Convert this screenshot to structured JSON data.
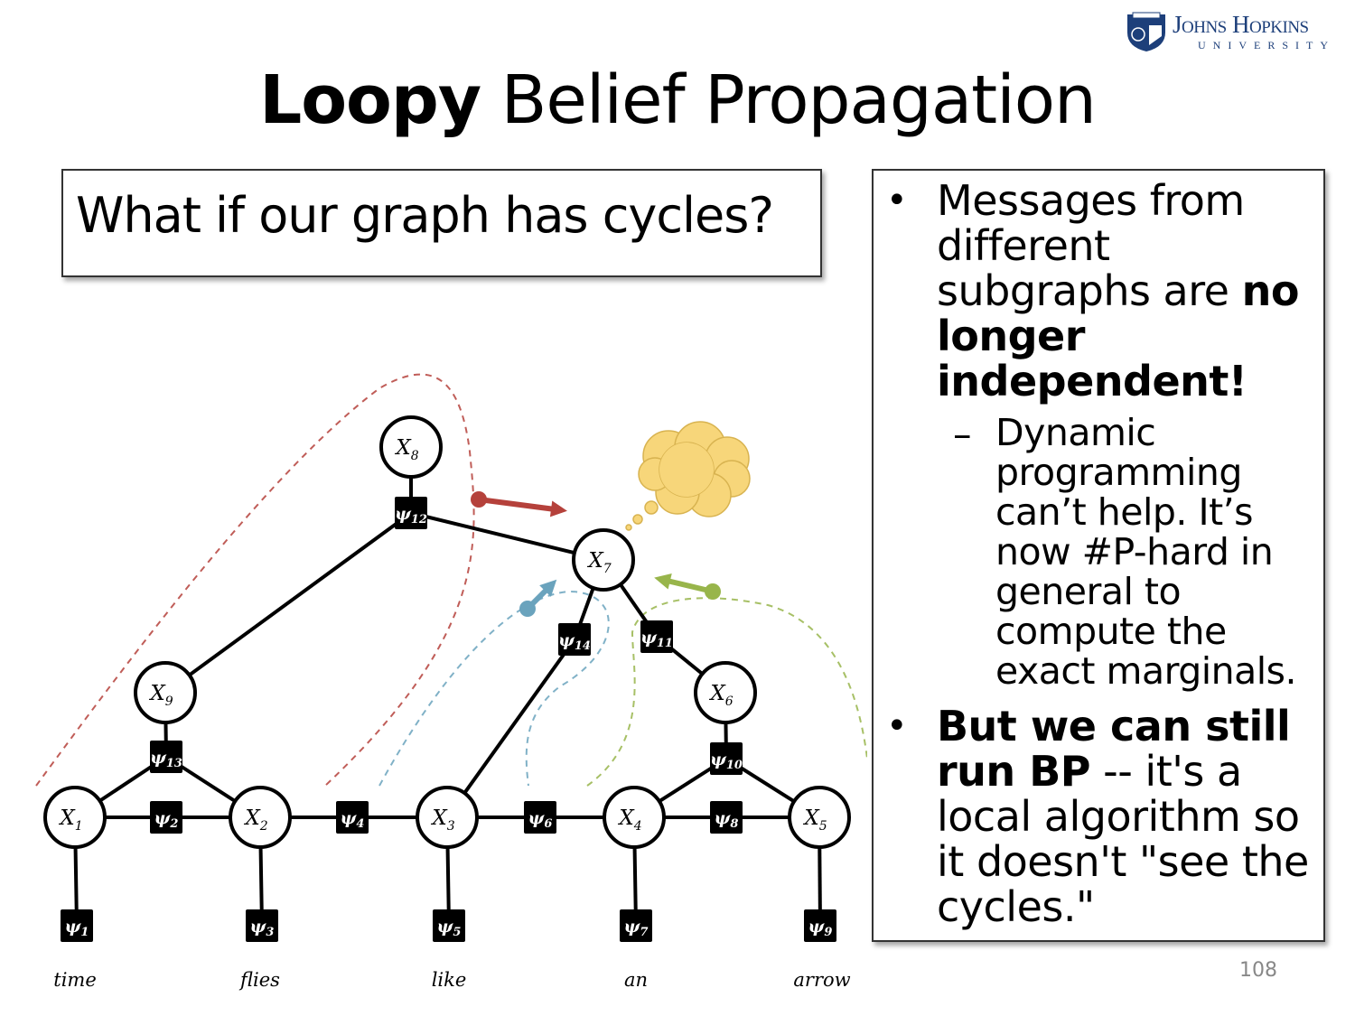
{
  "logo": {
    "name": "Johns Hopkins",
    "sub": "UNIVERSITY"
  },
  "title": {
    "bold": "Loopy",
    "rest": " Belief Propagation"
  },
  "question": "What if our graph has cycles?",
  "bullets": {
    "b1_normal": "Messages from different subgraphs are ",
    "b1_bold": "no longer independent",
    "b1_end": "!",
    "sub": "Dynamic programming can’t help.  It’s now #P-hard in general to compute the exact marginals.",
    "b2_bold": "But we can still run BP",
    "b2_normal": " -- it's a local algorithm so it doesn't \"see the cycles.\"",
    "bullet_char": "•",
    "dash_char": "–"
  },
  "graph": {
    "variables": [
      {
        "v": "X",
        "s": "1"
      },
      {
        "v": "X",
        "s": "2"
      },
      {
        "v": "X",
        "s": "3"
      },
      {
        "v": "X",
        "s": "4"
      },
      {
        "v": "X",
        "s": "5"
      },
      {
        "v": "X",
        "s": "6"
      },
      {
        "v": "X",
        "s": "7"
      },
      {
        "v": "X",
        "s": "8"
      },
      {
        "v": "X",
        "s": "9"
      }
    ],
    "factors": [
      {
        "v": "ψ",
        "s": "1"
      },
      {
        "v": "ψ",
        "s": "2"
      },
      {
        "v": "ψ",
        "s": "3"
      },
      {
        "v": "ψ",
        "s": "4"
      },
      {
        "v": "ψ",
        "s": "5"
      },
      {
        "v": "ψ",
        "s": "6"
      },
      {
        "v": "ψ",
        "s": "7"
      },
      {
        "v": "ψ",
        "s": "8"
      },
      {
        "v": "ψ",
        "s": "9"
      },
      {
        "v": "ψ",
        "s": "10"
      },
      {
        "v": "ψ",
        "s": "11"
      },
      {
        "v": "ψ",
        "s": "12"
      },
      {
        "v": "ψ",
        "s": "13"
      },
      {
        "v": "ψ",
        "s": "14"
      }
    ],
    "words": [
      "time",
      "flies",
      "like",
      "an",
      "arrow"
    ],
    "colors": {
      "red": "#b5413b",
      "blue": "#6aa3bd",
      "green": "#98b54b",
      "cloud": "#f7d67a"
    }
  },
  "page_number": "108"
}
